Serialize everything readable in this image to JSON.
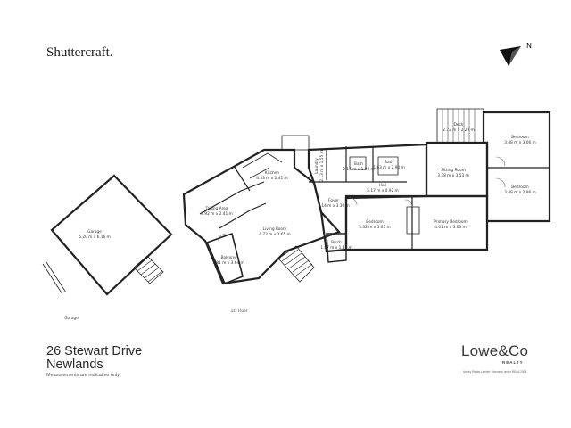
{
  "brand": "Shuttercraft.",
  "address": {
    "line1": "26 Stewart Drive",
    "line2": "Newlands"
  },
  "note": "Measurements are indicative only",
  "logo": {
    "name": "Lowe&Co",
    "sub": "REALTY",
    "legal": "Ambry Realty Limited · licensed under REAA 2008"
  },
  "north_mark": "N",
  "floors": {
    "main": "1st Floor",
    "garage": "Garage"
  },
  "rooms": [
    {
      "name": "Garage",
      "dims": "6.20 m x 6.16 m"
    },
    {
      "name": "Kitchen",
      "dims": "4.33 m x 2.41 m"
    },
    {
      "name": "Dining Area",
      "dims": "3.92 m x 2.41 m"
    },
    {
      "name": "Living Room",
      "dims": "4.73 m x 3.65 m"
    },
    {
      "name": "Balcony",
      "dims": "1.81 m x 3.64 m"
    },
    {
      "name": "Laundry",
      "dims": "2.13 m x 1.55 m"
    },
    {
      "name": "Bath",
      "dims": "2.14 m x 1.90 m"
    },
    {
      "name": "Bath",
      "dims": "1.63 m x 2.90 m"
    },
    {
      "name": "Hall",
      "dims": "5.17 m x 0.92 m"
    },
    {
      "name": "Foyer",
      "dims": "3.14 m x 3.30 m"
    },
    {
      "name": "Porch",
      "dims": "1.87 m x 1.48 m"
    },
    {
      "name": "Bedroom",
      "dims": "3.32 m x 3.03 m"
    },
    {
      "name": "Primary Bedroom",
      "dims": "4.01 m x 3.03 m"
    },
    {
      "name": "Sitting Room",
      "dims": "3.38 m x 3.53 m"
    },
    {
      "name": "Deck",
      "dims": "2.72 m x 2.29 m"
    },
    {
      "name": "Bedroom",
      "dims": "3.48 m x 3.06 m"
    },
    {
      "name": "Bedroom",
      "dims": "3.48 m x 2.96 m"
    }
  ]
}
